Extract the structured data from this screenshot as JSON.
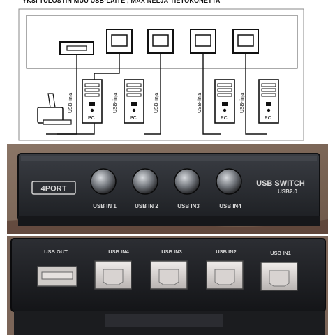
{
  "caption": "YKSI TULOSTIN MUU USB-LAITE , MAX NELJÄ TIETOKONETTA",
  "diagram": {
    "cable_label": "USB-linja",
    "pc_label": "PC"
  },
  "front_panel": {
    "model": "4PORT",
    "brand_line1": "USB SWITCH",
    "brand_line2": "USB2.0",
    "buttons": [
      "USB IN 1",
      "USB IN 2",
      "USB IN3",
      "USB IN4"
    ]
  },
  "back_panel": {
    "ports": [
      "USB OUT",
      "USB IN4",
      "USB IN3",
      "USB IN2",
      "USB IN1"
    ]
  }
}
